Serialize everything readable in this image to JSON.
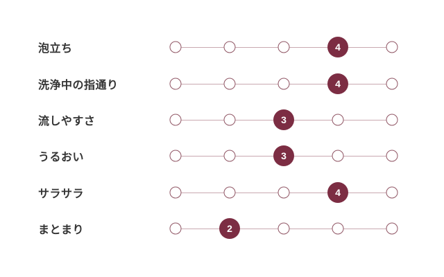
{
  "chart_data": {
    "type": "table",
    "subtype": "rating-dot-scale",
    "title": "",
    "scale_min": 1,
    "scale_max": 5,
    "categories": [
      "泡立ち",
      "洗浄中の指通り",
      "流しやすさ",
      "うるおい",
      "サラサラ",
      "まとまり"
    ],
    "values": [
      4,
      4,
      3,
      3,
      4,
      2
    ],
    "legend_position": "none",
    "grid": false
  },
  "rows": [
    {
      "label": "泡立ち",
      "value": 4
    },
    {
      "label": "洗浄中の指通り",
      "value": 4
    },
    {
      "label": "流しやすさ",
      "value": 3
    },
    {
      "label": "うるおい",
      "value": 3
    },
    {
      "label": "サラサラ",
      "value": 4
    },
    {
      "label": "まとまり",
      "value": 2
    }
  ],
  "colors": {
    "background": "#ffffff",
    "label_text": "#333333",
    "filled_dot": "#7c2d43",
    "filled_dot_text": "#ffffff",
    "empty_dot_border": "#8f5463",
    "track_line": "#c9a8b0"
  }
}
